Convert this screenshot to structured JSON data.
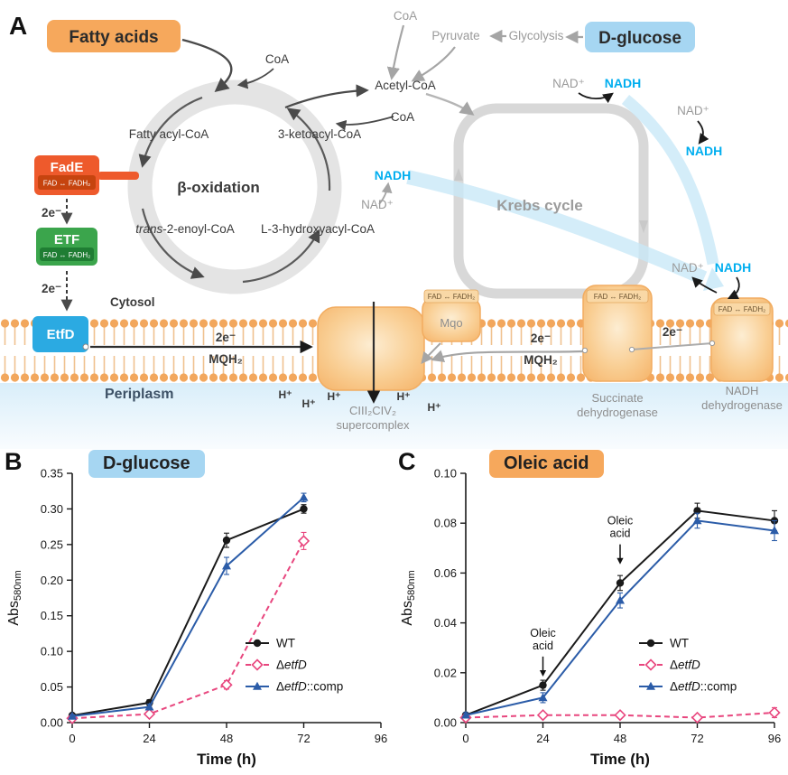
{
  "panelA": {
    "label": "A",
    "fatty_acids": "Fatty acids",
    "d_glucose": "D-glucose",
    "coa": "CoA",
    "pyruvate": "Pyruvate",
    "glycolysis": "Glycolysis",
    "acetyl_coa": "Acetyl-CoA",
    "fatty_acyl_coa": "Fatty acyl-CoA",
    "ketoacyl_coa": "3-ketoacyl-CoA",
    "beta_oxidation": "β-oxidation",
    "trans_prefix": "trans",
    "trans_suffix": "-2-enoyl-CoA",
    "hydroxyacyl_coa": "L-3-hydroxyacyl-CoA",
    "nadh": "NADH",
    "nad_plus": "NAD⁺",
    "fade": "FadE",
    "fad_fadh2": "FAD ↔ FADH₂",
    "two_e": "2e⁻",
    "etf": "ETF",
    "etfd": "EtfD",
    "cytosol": "Cytosol",
    "periplasm": "Periplasm",
    "mqh2": "MQH₂",
    "h_plus": "H⁺",
    "krebs": "Krebs cycle",
    "mqo": "Mqo",
    "supercomplex_1": "CIII₂CIV₂",
    "supercomplex_2": "supercomplex",
    "succinate_1": "Succinate",
    "succinate_2": "dehydrogenase",
    "nadh_dh_1": "NADH",
    "nadh_dh_2": "dehydrogenase"
  },
  "colors": {
    "orange_box": "#F6A85C",
    "blue_box": "#A6D6F2",
    "fade_red": "#EE5A2C",
    "fade_red_dark": "#C6440F",
    "etf_green": "#3BA54C",
    "etf_green_dark": "#1F7D33",
    "etfd_blue": "#2BAAE2",
    "nadh_cyan": "#00AEEF",
    "membrane_orange": "#F2A75D",
    "krebs_gray": "#D8D8D8",
    "ring_gray": "#E4E4E4",
    "flow_blue": "#C9E9F8"
  },
  "chart_data": [
    {
      "id": "chartB",
      "panel": "B",
      "type": "line",
      "title": "D-glucose",
      "title_bg": "#A6D6F2",
      "xlabel": "Time (h)",
      "ylabel": "Abs",
      "ylabel_sub": "580nm",
      "xlim": [
        0,
        96
      ],
      "ylim": [
        0,
        0.35
      ],
      "xticks": [
        0,
        24,
        48,
        72,
        96
      ],
      "xtick_labels": [
        "0",
        "24",
        "48",
        "72",
        "96"
      ],
      "yticks": [
        0,
        0.05,
        0.1,
        0.15,
        0.2,
        0.25,
        0.3,
        0.35
      ],
      "ytick_labels": [
        "0.00",
        "0.05",
        "0.10",
        "0.15",
        "0.20",
        "0.25",
        "0.30",
        "0.35"
      ],
      "series": [
        {
          "label": {
            "pre": "",
            "it": "",
            "post": "WT"
          },
          "color": "#1A1A1A",
          "marker": "circle",
          "dash": "",
          "x": [
            0,
            24,
            48,
            72
          ],
          "y": [
            0.01,
            0.028,
            0.256,
            0.3
          ],
          "err": [
            0.002,
            0.004,
            0.01,
            0.006
          ]
        },
        {
          "label": {
            "pre": "Δ",
            "it": "etfD",
            "post": ""
          },
          "color": "#E8467E",
          "marker": "diamond",
          "dash": "6,4",
          "x": [
            0,
            24,
            48,
            72
          ],
          "y": [
            0.006,
            0.012,
            0.053,
            0.255
          ],
          "err": [
            0.002,
            0.003,
            0.006,
            0.012
          ]
        },
        {
          "label": {
            "pre": "Δ",
            "it": "etfD",
            "post": "::comp"
          },
          "color": "#2B5CA8",
          "marker": "triangle",
          "dash": "",
          "x": [
            0,
            24,
            48,
            72
          ],
          "y": [
            0.009,
            0.022,
            0.22,
            0.316
          ],
          "err": [
            0.002,
            0.004,
            0.012,
            0.006
          ]
        }
      ],
      "annotations": []
    },
    {
      "id": "chartC",
      "panel": "C",
      "type": "line",
      "title": "Oleic acid",
      "title_bg": "#F6A85C",
      "xlabel": "Time (h)",
      "ylabel": "Abs",
      "ylabel_sub": "580nm",
      "xlim": [
        0,
        96
      ],
      "ylim": [
        0,
        0.1
      ],
      "xticks": [
        0,
        24,
        48,
        72,
        96
      ],
      "xtick_labels": [
        "0",
        "24",
        "48",
        "72",
        "96"
      ],
      "yticks": [
        0,
        0.02,
        0.04,
        0.06,
        0.08,
        0.1
      ],
      "ytick_labels": [
        "0.00",
        "0.02",
        "0.04",
        "0.06",
        "0.08",
        "0.10"
      ],
      "series": [
        {
          "label": {
            "pre": "",
            "it": "",
            "post": "WT"
          },
          "color": "#1A1A1A",
          "marker": "circle",
          "dash": "",
          "x": [
            0,
            24,
            48,
            72,
            96
          ],
          "y": [
            0.003,
            0.015,
            0.056,
            0.085,
            0.081
          ],
          "err": [
            0.001,
            0.002,
            0.003,
            0.003,
            0.004
          ]
        },
        {
          "label": {
            "pre": "Δ",
            "it": "etfD",
            "post": ""
          },
          "color": "#E8467E",
          "marker": "diamond",
          "dash": "6,4",
          "x": [
            0,
            24,
            48,
            72,
            96
          ],
          "y": [
            0.002,
            0.003,
            0.003,
            0.002,
            0.004
          ],
          "err": [
            0.001,
            0.001,
            0.001,
            0.001,
            0.002
          ]
        },
        {
          "label": {
            "pre": "Δ",
            "it": "etfD",
            "post": "::comp"
          },
          "color": "#2B5CA8",
          "marker": "triangle",
          "dash": "",
          "x": [
            0,
            24,
            48,
            72,
            96
          ],
          "y": [
            0.003,
            0.01,
            0.049,
            0.081,
            0.077
          ],
          "err": [
            0.001,
            0.002,
            0.003,
            0.003,
            0.004
          ]
        }
      ],
      "annotations": [
        {
          "lines": [
            "Oleic",
            "acid"
          ],
          "x": 24,
          "text_y": 0.0345,
          "arrow_from": 0.0265,
          "arrow_to": 0.0185
        },
        {
          "lines": [
            "Oleic",
            "acid"
          ],
          "x": 48,
          "text_y": 0.0795,
          "arrow_from": 0.0715,
          "arrow_to": 0.0635
        }
      ]
    }
  ]
}
